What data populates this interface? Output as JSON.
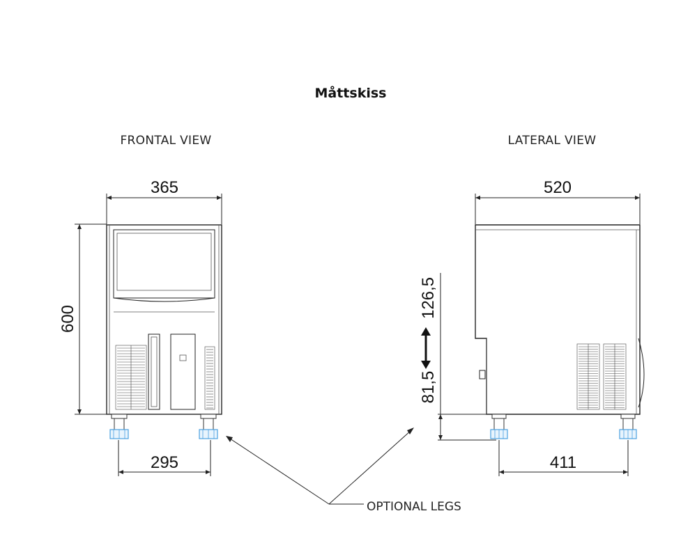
{
  "title": "Måttskiss",
  "views": {
    "frontal": "FRONTAL VIEW",
    "lateral": "LATERAL VIEW"
  },
  "dimensions": {
    "front_width": "365",
    "front_height": "600",
    "front_legs": "295",
    "side_depth": "520",
    "side_legs": "411",
    "leg_min": "81,5",
    "leg_max": "126,5"
  },
  "note": "OPTIONAL LEGS",
  "colors": {
    "leg_accent": "#4aa0e0",
    "line": "#222222"
  }
}
